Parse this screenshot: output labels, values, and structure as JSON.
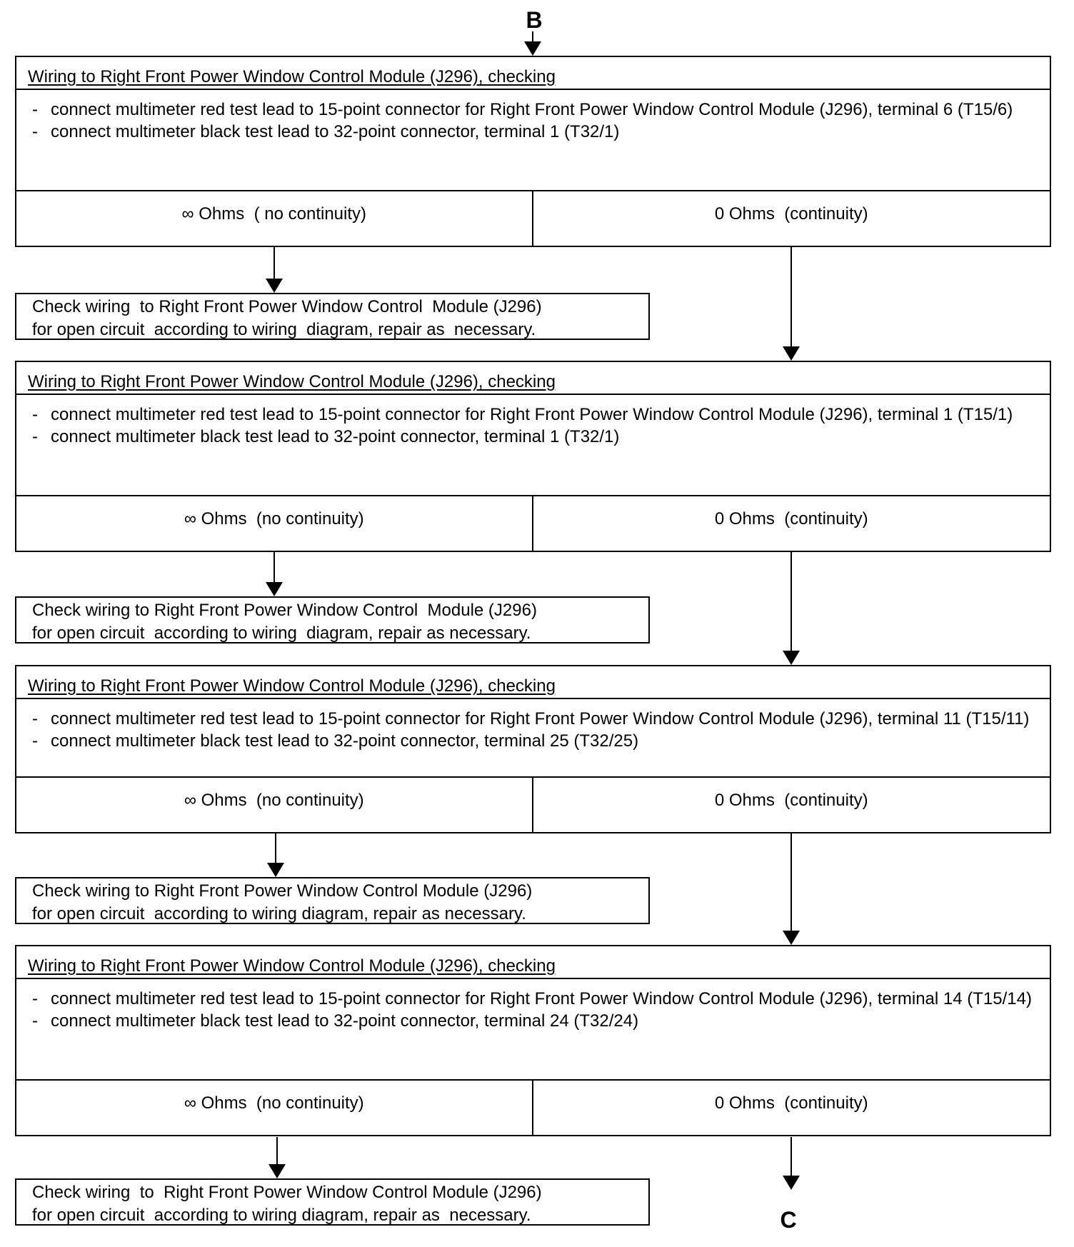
{
  "connectors": {
    "entry": "B",
    "exit": "C"
  },
  "tests": [
    {
      "title": "Wiring to Right Front Power Window Control Module (J296), checking",
      "steps": [
        "connect multimeter red test lead to 15-point connector for Right Front Power Window Control  Module (J296), terminal 6 (T15/6)",
        "connect multimeter black test lead to 32-point connector, terminal 1 (T32/1)"
      ],
      "result_no_continuity": "∞ Ohms  ( no continuity)",
      "result_continuity": "0 Ohms  (continuity)",
      "repair": "Check wiring  to Right Front Power Window Control  Module (J296)\nfor open circuit  according to wiring  diagram, repair as  necessary."
    },
    {
      "title": "Wiring to Right Front Power Window Control Module (J296), checking",
      "steps": [
        "connect multimeter red test lead to 15-point connector for Right Front Power Window Control  Module (J296), terminal 1 (T15/1)",
        "connect multimeter black test lead to 32-point connector, terminal 1 (T32/1)"
      ],
      "result_no_continuity": "∞ Ohms  (no continuity)",
      "result_continuity": "0 Ohms  (continuity)",
      "repair": "Check wiring to Right Front Power Window Control  Module (J296)\nfor open circuit  according to wiring  diagram, repair as necessary."
    },
    {
      "title": "Wiring to Right Front Power Window Control Module (J296), checking",
      "steps": [
        "connect multimeter red test lead to 15-point connector for Right Front Power Window Control Module (J296), terminal 11 (T15/11)",
        "connect multimeter black test lead to 32-point connector, terminal 25 (T32/25)"
      ],
      "result_no_continuity": "∞ Ohms  (no continuity)",
      "result_continuity": "0 Ohms  (continuity)",
      "repair": "Check wiring to Right Front Power Window Control Module (J296)\nfor open circuit  according to wiring diagram, repair as necessary."
    },
    {
      "title": "Wiring to Right Front Power Window Control Module (J296), checking",
      "steps": [
        "connect multimeter red test lead to 15-point connector for Right Front Power Window Control Module (J296), terminal 14 (T15/14)",
        "connect multimeter black test lead to 32-point connector, terminal 24 (T32/24)"
      ],
      "result_no_continuity": "∞ Ohms  (no continuity)",
      "result_continuity": "0 Ohms  (continuity)",
      "repair": "Check wiring  to  Right Front Power Window Control Module (J296)\nfor open circuit  according to wiring diagram, repair as  necessary."
    }
  ]
}
